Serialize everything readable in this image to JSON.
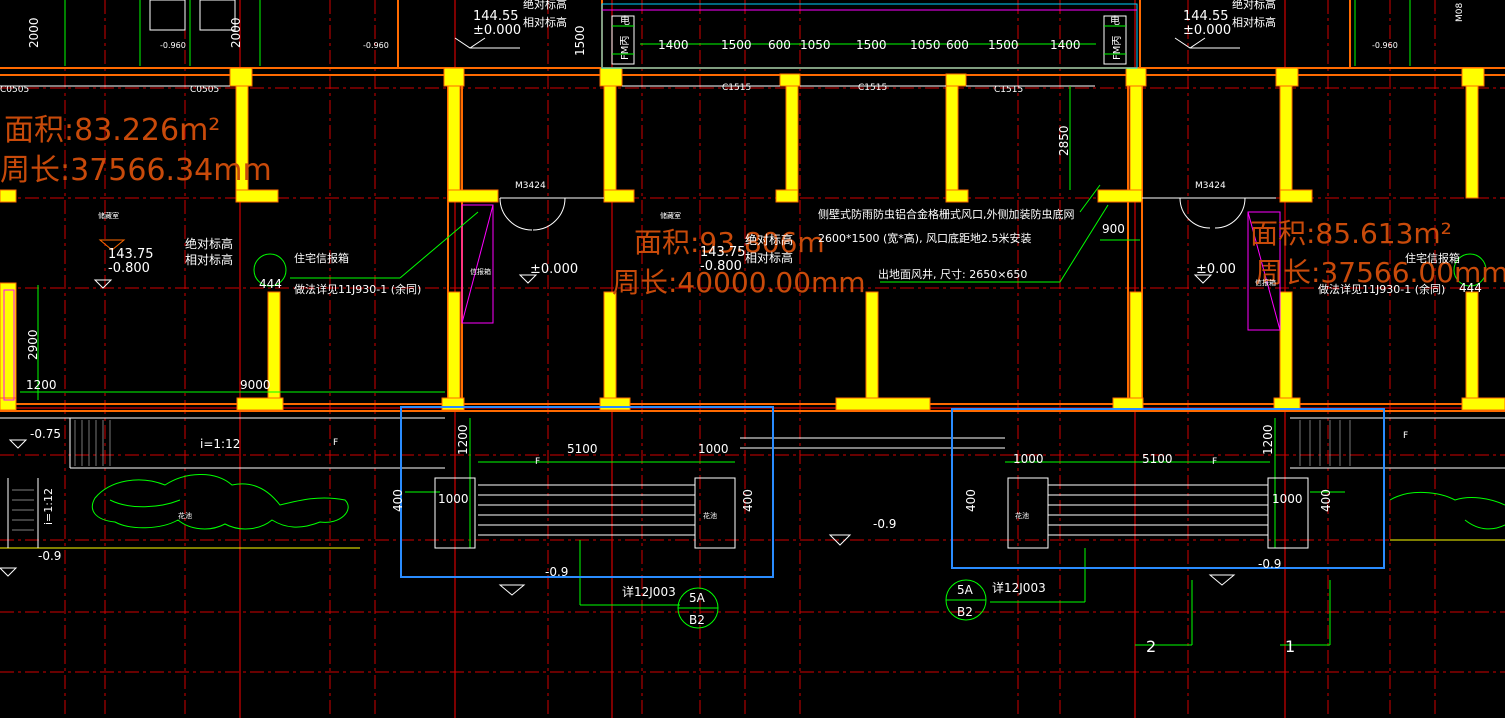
{
  "colors": {
    "background": "#000000",
    "wall_fill": "#ffff00",
    "wall_outline": "#ff6a00",
    "axis_red": "#d00000",
    "dim_green": "#00ff00",
    "text_white": "#ffffff",
    "area_text": "#c84a0a",
    "selection_blue": "#2a8cff",
    "magenta": "#ff00ff",
    "cyan": "#00d0ff"
  },
  "top": {
    "elev_left": [
      "144.55",
      "±0.000"
    ],
    "elev_right": [
      "144.55",
      "±0.000"
    ],
    "abs_height": "绝对标高",
    "rel_height": "相对标高",
    "dim_1500_left": "1500",
    "fm_left": "FM丙",
    "fm_right": "FM丙",
    "elec_left": "电",
    "elec_right": "电",
    "dims": [
      "1400",
      "1500",
      "600",
      "1050",
      "1500",
      "1050",
      "600",
      "1500",
      "1400"
    ],
    "door_2000_a": "2000",
    "door_2000_b": "2000",
    "lvl_0960_a": "-0.960",
    "lvl_0960_b": "-0.960",
    "lvl_0960_c": "-0.960",
    "m_code": "M08"
  },
  "windows": {
    "c0505_a": "C0505",
    "c0505_b": "C0505",
    "c1515_a": "C1515",
    "c1515_b": "C1515",
    "c1515_c": "C1515"
  },
  "areas": {
    "left_area": "面积:83.226m²",
    "left_perim": "周长:37566.34mm",
    "mid_area": "面积:93.806m",
    "mid_perim": "周长:40000.00mm",
    "right_area": "面积:85.613m²",
    "right_perim": "周长:37566.00mm"
  },
  "rooms": {
    "room_a": "储藏室",
    "room_b": "储藏室",
    "elev_14375": "143.75",
    "elev_m0800": "-0.800",
    "elev_14375_b": "143.75",
    "elev_m0800_b": "-0.800",
    "abs": "绝对标高",
    "rel": "相对标高",
    "door_m3424_a": "M3424",
    "door_m3424_b": "M3424",
    "zero_a": "±0.000",
    "zero_b": "±0.00",
    "mailbox": "住宅信报箱",
    "mailbox_r": "住宅信报箱",
    "method_note": "做法详见11J930-1 (余同)",
    "method_note_r": "做法详见11J930-1 (余同)",
    "circle_444": "444",
    "circle_444_r": "444",
    "vent_note_1": "侧壁式防雨防虫铝合金格栅式风口,外侧加装防虫底网",
    "vent_note_2": "2600*1500 (宽*高), 风口底距地2.5米安装",
    "shaft_note": "出地面风井, 尺寸: 2650×650",
    "dim_2850": "2850",
    "dim_900": "900",
    "dim_2900": "2900",
    "dim_1200": "1200",
    "dim_9000": "9000",
    "cabinet": "信报箱",
    "cabinet_r": "信报箱"
  },
  "lower": {
    "lvl_075": "-0.75",
    "slope_112": "i=1:12",
    "slope_112_v": "i=1:12",
    "lvl_09_a": "-0.9",
    "lvl_09_b": "-0.9",
    "lvl_09_c": "-0.9",
    "lvl_09_d": "-0.9",
    "d1200_a": "1200",
    "d5100_a": "5100",
    "d1000_a": "1000",
    "d1000_b": "1000",
    "d400_a": "400",
    "d400_b": "400",
    "d1200_b": "1200",
    "d1000_c": "1000",
    "d5100_b": "5100",
    "d1000_d": "1000",
    "d400_c": "400",
    "d400_d": "400",
    "planter": "花池",
    "planter_b": "花池",
    "planter_c": "花池",
    "f_mark": "F",
    "detail_ref_a": "详12J003",
    "detail_ref_b": "详12J003",
    "bubble_top_a": "5A",
    "bubble_bot_a": "B2",
    "bubble_top_b": "5A",
    "bubble_bot_b": "B2",
    "axis_2": "2",
    "axis_1": "1"
  }
}
